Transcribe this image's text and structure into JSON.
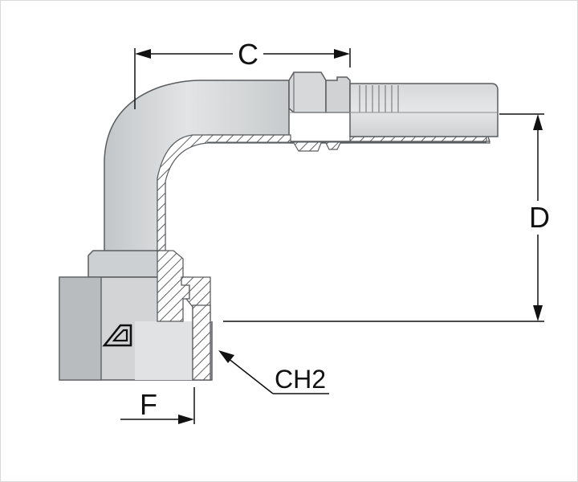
{
  "dimensions": {
    "c": "C",
    "d": "D",
    "f": "F",
    "ch2": "CH2"
  },
  "colors": {
    "body_fill": "#d4d6d8",
    "body_shade": "#b8bbbe",
    "outline": "#5a5d60",
    "hatch": "#3a3a3a",
    "dimension_line": "#111111",
    "section_fill": "#ffffff"
  },
  "logo": {
    "icon": "manufacturer-logo-icon"
  }
}
